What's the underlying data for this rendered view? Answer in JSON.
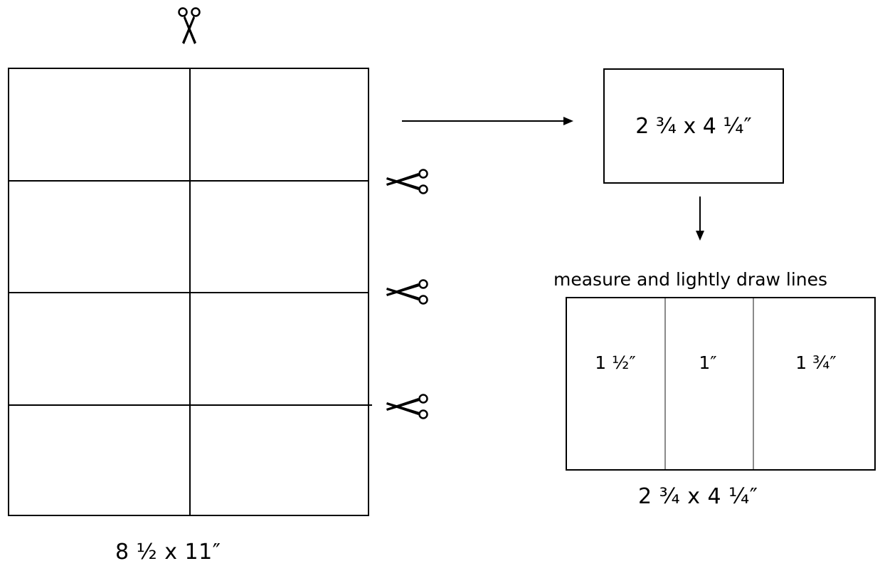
{
  "sheet": {
    "size_label": "8 ½ x 11″",
    "columns": 2,
    "rows": 4
  },
  "card": {
    "size_label": "2 ¾ x 4 ¼″"
  },
  "folded_card": {
    "caption": "measure and lightly draw lines",
    "panels": [
      {
        "label": "1 ½″"
      },
      {
        "label": "1″"
      },
      {
        "label": "1 ¾″"
      }
    ],
    "size_label": "2 ¾ x 4 ¼″"
  },
  "icons": {
    "cut": "scissors-icon",
    "arrow": "arrow-icon"
  }
}
